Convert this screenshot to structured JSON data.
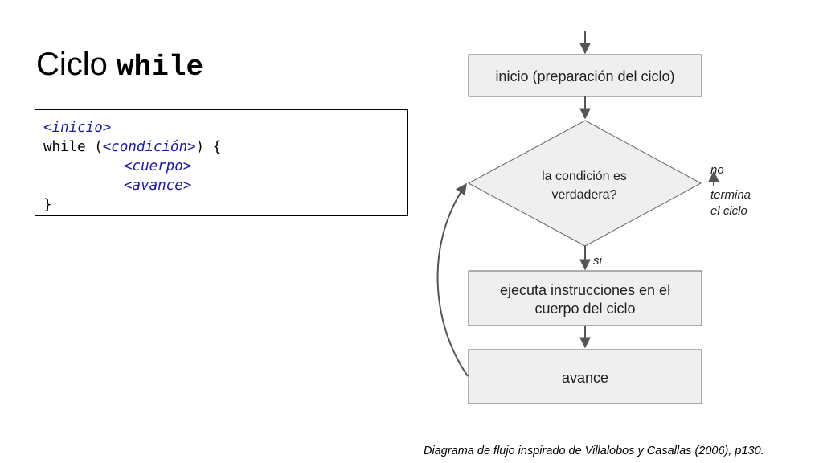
{
  "title": {
    "text": "Ciclo ",
    "code": "while"
  },
  "code": {
    "line1_ph": "<inicio>",
    "line2_pre": "while (",
    "line2_ph": "<condición>",
    "line2_post": ") {",
    "line3_ph": "<cuerpo>",
    "line4_ph": "<avance>",
    "line5": "}"
  },
  "diagram": {
    "start": "inicio (preparación del ciclo)",
    "condition_line1": "la condición es",
    "condition_line2": "verdadera?",
    "body_line1": "ejecuta instrucciones en el",
    "body_line2": "cuerpo del ciclo",
    "advance": "avance",
    "label_no": "no",
    "label_exit_line1": "termina",
    "label_exit_line2": "el ciclo",
    "label_yes": "si"
  },
  "caption": "Diagrama de flujo inspirado de Villalobos y Casallas (2006), p130.",
  "colors": {
    "box_fill": "#efefef",
    "box_border": "#666666",
    "arrow": "#555555",
    "placeholder": "#1a1aa6"
  }
}
